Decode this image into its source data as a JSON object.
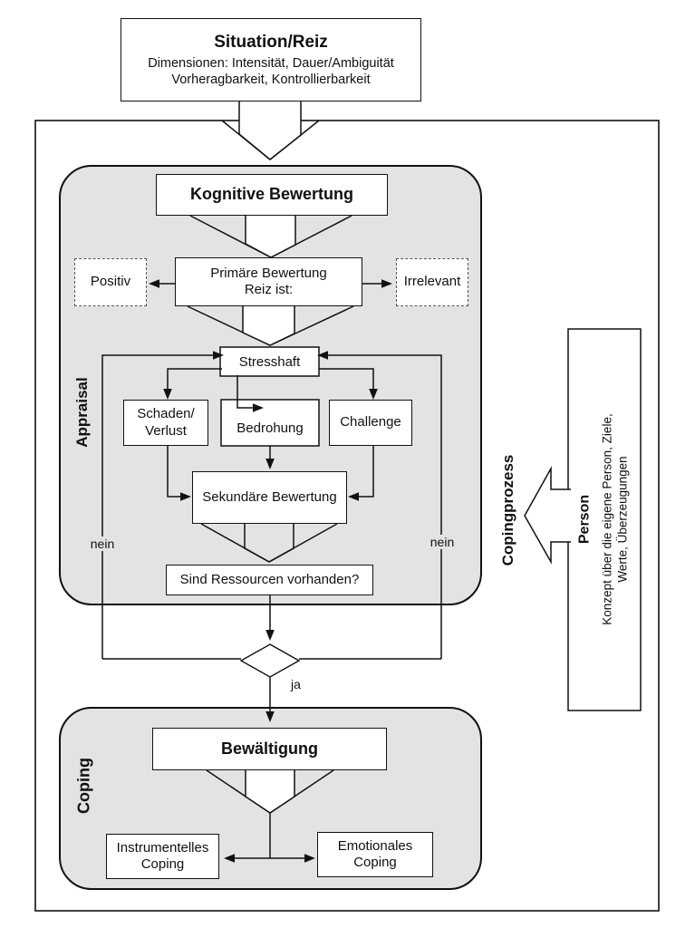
{
  "situation": {
    "title": "Situation/Reiz",
    "line1": "Dimensionen: Intensität, Dauer/Ambiguität",
    "line2": "Vorheragbarkeit, Kontrollierbarkeit"
  },
  "appraisal": {
    "label": "Appraisal",
    "kognitive": "Kognitive Bewertung",
    "primaere_line1": "Primäre Bewertung",
    "primaere_line2": "Reiz ist:",
    "positiv": "Positiv",
    "irrelevant": "Irrelevant",
    "stresshaft": "Stresshaft",
    "schaden_line1": "Schaden/",
    "schaden_line2": "Verlust",
    "bedrohung": "Bedrohung",
    "challenge": "Challenge",
    "sekundaere": "Sekundäre Bewertung",
    "ressourcen": "Sind Ressourcen vorhanden?",
    "nein_left": "nein",
    "nein_right": "nein"
  },
  "decision": {
    "ja": "ja"
  },
  "coping": {
    "label": "Coping",
    "bewaeltigung": "Bewältigung",
    "instrumentelles_line1": "Instrumentelles",
    "instrumentelles_line2": "Coping",
    "emotionales_line1": "Emotionales",
    "emotionales_line2": "Coping"
  },
  "person": {
    "copingprozess": "Copingprozess",
    "title": "Person",
    "line1": "Konzept über die eigene Person, Ziele,",
    "line2": "Werte, Überzeugungen"
  },
  "colors": {
    "panel": "#e3e3e3",
    "stroke": "#111111",
    "box_fill": "#ffffff"
  }
}
